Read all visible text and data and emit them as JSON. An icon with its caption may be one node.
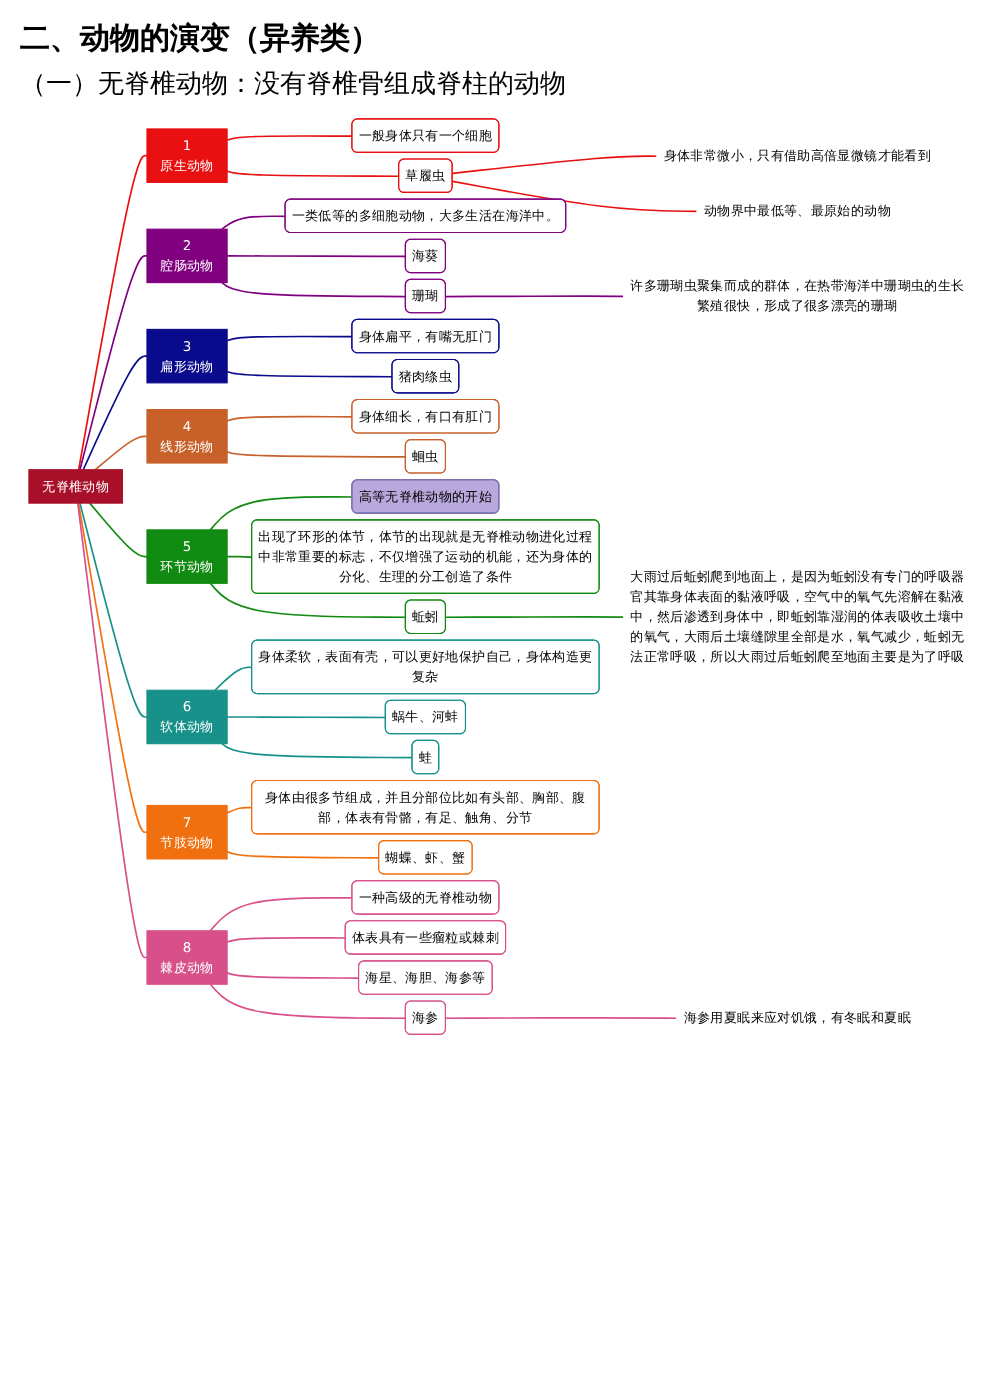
{
  "diagram": {
    "title": "二、动物的演变（异养类）",
    "nodes": [
      {
        "text": [
          "无脊椎动物"
        ]
      },
      {
        "text": [
          "1",
          "原生动物"
        ]
      },
      {
        "text": [
          "一般身体只有一个细胞"
        ]
      },
      {
        "text": [
          "草履虫"
        ]
      },
      {
        "text": [
          "身体非常微小，只有借助高倍显微镜才能看到"
        ]
      },
      {
        "text": [
          "动物界中最低等、最原始的动物"
        ]
      },
      {
        "text": [
          "2",
          "腔肠动物"
        ]
      },
      {
        "text": [
          "一类低等的多细胞动物，大多生活在海洋中。"
        ]
      },
      {
        "text": [
          "海葵"
        ]
      },
      {
        "text": [
          "珊瑚"
        ]
      },
      {
        "text": [
          "许多珊瑚虫聚集而成的群体，在热带海洋中珊瑚虫的生长繁殖很快，形成了很多漂亮的珊瑚"
        ]
      },
      {
        "text": [
          "3",
          "扁形动物"
        ]
      },
      {
        "text": [
          "身体扁平，有嘴无肛门"
        ]
      },
      {
        "text": [
          "猪肉绦虫"
        ]
      },
      {
        "text": [
          "4",
          "线形动物"
        ]
      },
      {
        "text": [
          "身体细长，有口有肛门"
        ]
      },
      {
        "text": [
          "蛔虫"
        ]
      },
      {
        "text": [
          "5",
          "环节动物"
        ]
      },
      {
        "text": [
          "高等无脊椎动物的开始"
        ]
      },
      {
        "text": [
          "出现了环形的体节，体节的出现就是无脊椎动物进化过程中非常重要的标志，不仅增强了运动的机能，还为身体的分化、生理的分工创造了条件"
        ]
      },
      {
        "text": [
          "蚯蚓"
        ]
      },
      {
        "text": [
          "大雨过后蚯蚓爬到地面上，是因为蚯蚓没有专门的呼吸器官其靠身体表面的黏液呼吸，空气中的氧气先溶解在黏液中，然后渗透到身体中，即蚯蚓靠湿润的体表吸收土壤中的氧气，大雨后土壤缝隙里全部是水，氧气减少，蚯蚓无法正常呼吸，所以大雨过后蚯蚓爬至地面主要是为了呼吸"
        ]
      },
      {
        "text": [
          "6",
          "软体动物"
        ]
      },
      {
        "text": [
          "身体柔软，表面有壳，可以更好地保护自己，身体构造更复杂"
        ]
      },
      {
        "text": [
          "蜗牛、河蚌"
        ]
      },
      {
        "text": [
          "蛙"
        ]
      },
      {
        "text": [
          "7",
          "节肢动物"
        ]
      },
      {
        "text": [
          "身体由很多节组成，并且分部位比如有头部、胸部、腹部，体表有骨骼，有足、触角、分节"
        ]
      },
      {
        "text": [
          "蝴蝶、虾、蟹"
        ]
      },
      {
        "text": [
          "8",
          "棘皮动物"
        ]
      },
      {
        "text": [
          "一种高级的无脊椎动物"
        ]
      },
      {
        "text": [
          "体表具有一些瘤粒或棘刺"
        ]
      },
      {
        "text": [
          "海星、海胆、海参等"
        ]
      },
      {
        "text": [
          "海参"
        ]
      },
      {
        "text": [
          "海参用夏眠来应对饥饿，有冬眠和夏眠"
        ]
      }
    ],
    "edges": [
      {
        "from": 0,
        "to": 1,
        "arrow": "none",
        "color": "#e81010"
      },
      {
        "from": 1,
        "to": 2,
        "arrow": "none",
        "color": "#e81010"
      },
      {
        "from": 1,
        "to": 3,
        "arrow": "none",
        "color": "#e81010"
      },
      {
        "from": 3,
        "to": 4,
        "arrow": "none",
        "color": "#e81010"
      },
      {
        "from": 3,
        "to": 5,
        "arrow": "none",
        "color": "#e81010"
      },
      {
        "from": 0,
        "to": 6,
        "arrow": "none",
        "color": "#800080"
      },
      {
        "from": 6,
        "to": 7,
        "arrow": "none",
        "color": "#800080"
      },
      {
        "from": 6,
        "to": 8,
        "arrow": "none",
        "color": "#800080"
      },
      {
        "from": 6,
        "to": 9,
        "arrow": "none",
        "color": "#800080"
      },
      {
        "from": 9,
        "to": 10,
        "arrow": "none",
        "color": "#800080"
      },
      {
        "from": 0,
        "to": 11,
        "arrow": "none",
        "color": "#0a0a8c"
      },
      {
        "from": 11,
        "to": 12,
        "arrow": "none",
        "color": "#0a0a8c"
      },
      {
        "from": 11,
        "to": 13,
        "arrow": "none",
        "color": "#0a0a8c"
      },
      {
        "from": 0,
        "to": 14,
        "arrow": "none",
        "color": "#c8602a"
      },
      {
        "from": 14,
        "to": 15,
        "arrow": "none",
        "color": "#c8602a"
      },
      {
        "from": 14,
        "to": 16,
        "arrow": "none",
        "color": "#c8602a"
      },
      {
        "from": 0,
        "to": 17,
        "arrow": "none",
        "color": "#118a11"
      },
      {
        "from": 17,
        "to": 18,
        "arrow": "none",
        "color": "#118a11"
      },
      {
        "from": 17,
        "to": 19,
        "arrow": "none",
        "color": "#118a11"
      },
      {
        "from": 17,
        "to": 20,
        "arrow": "none",
        "color": "#118a11"
      },
      {
        "from": 20,
        "to": 21,
        "arrow": "none",
        "color": "#118a11"
      },
      {
        "from": 0,
        "to": 22,
        "arrow": "none",
        "color": "#17918a"
      },
      {
        "from": 22,
        "to": 23,
        "arrow": "none",
        "color": "#17918a"
      },
      {
        "from": 22,
        "to": 24,
        "arrow": "none",
        "color": "#17918a"
      },
      {
        "from": 22,
        "to": 25,
        "arrow": "none",
        "color": "#17918a"
      },
      {
        "from": 0,
        "to": 26,
        "arrow": "none",
        "color": "#f07010"
      },
      {
        "from": 26,
        "to": 27,
        "arrow": "none",
        "color": "#f07010"
      },
      {
        "from": 26,
        "to": 28,
        "arrow": "none",
        "color": "#f07010"
      },
      {
        "from": 0,
        "to": 29,
        "arrow": "none",
        "color": "#d8508a"
      },
      {
        "from": 29,
        "to": 30,
        "arrow": "none",
        "color": "#d8508a"
      },
      {
        "from": 29,
        "to": 31,
        "arrow": "none",
        "color": "#d8508a"
      },
      {
        "from": 29,
        "to": 32,
        "arrow": "none",
        "color": "#d8508a"
      },
      {
        "from": 29,
        "to": 33,
        "arrow": "none",
        "color": "#d8508a"
      },
      {
        "from": 33,
        "to": 34,
        "arrow": "none",
        "color": "#d8508a"
      }
    ],
    "labels": [
      "（一）无脊椎动物：没有脊椎骨组成脊柱的动物"
    ]
  }
}
